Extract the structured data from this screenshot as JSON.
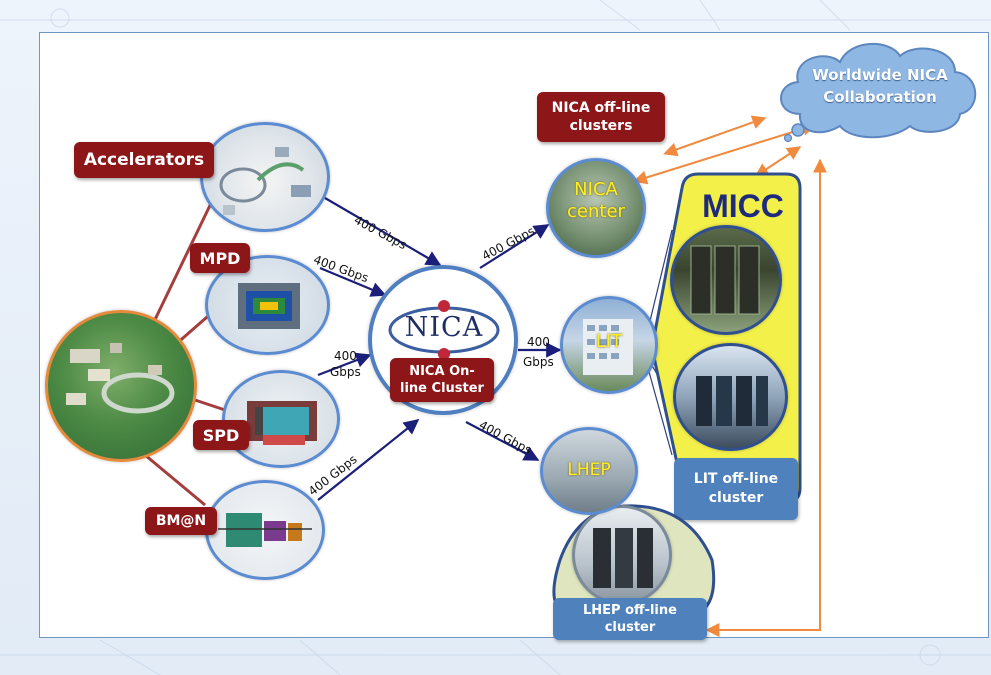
{
  "diagram": {
    "nodes": {
      "accelerators": "Accelerators",
      "mpd": "MPD",
      "spd": "SPD",
      "bmn": "BM@N",
      "nica_logo": "NICA",
      "online_cluster": "NICA On-line Cluster",
      "offline_clusters": "NICA off-line clusters",
      "nica_center": "NICA center",
      "micc": "MICC",
      "lit": "LIT",
      "lit_offline": "LIT off-line cluster",
      "lhep": "LHEP",
      "lhep_offline": "LHEP off-line cluster",
      "worldwide": "Worldwide NICA Collaboration"
    },
    "links": {
      "acc": "400 Gbps",
      "mpd": "400 Gbps",
      "spd_line1": "400",
      "spd_line2": "Gbps",
      "bmn": "400 Gbps",
      "nica_center": "400 Gbps",
      "lit_line1": "400",
      "lit_line2": "Gbps",
      "lhep": "400 Gbps"
    },
    "colors": {
      "label_red": "#8d1618",
      "label_blue": "#4f81bd",
      "arrow_navy": "#1b1f7a",
      "arrow_orange": "#ef8a3e",
      "micc_yellow": "#f3f04a",
      "cloud": "#8fb7e3"
    }
  }
}
